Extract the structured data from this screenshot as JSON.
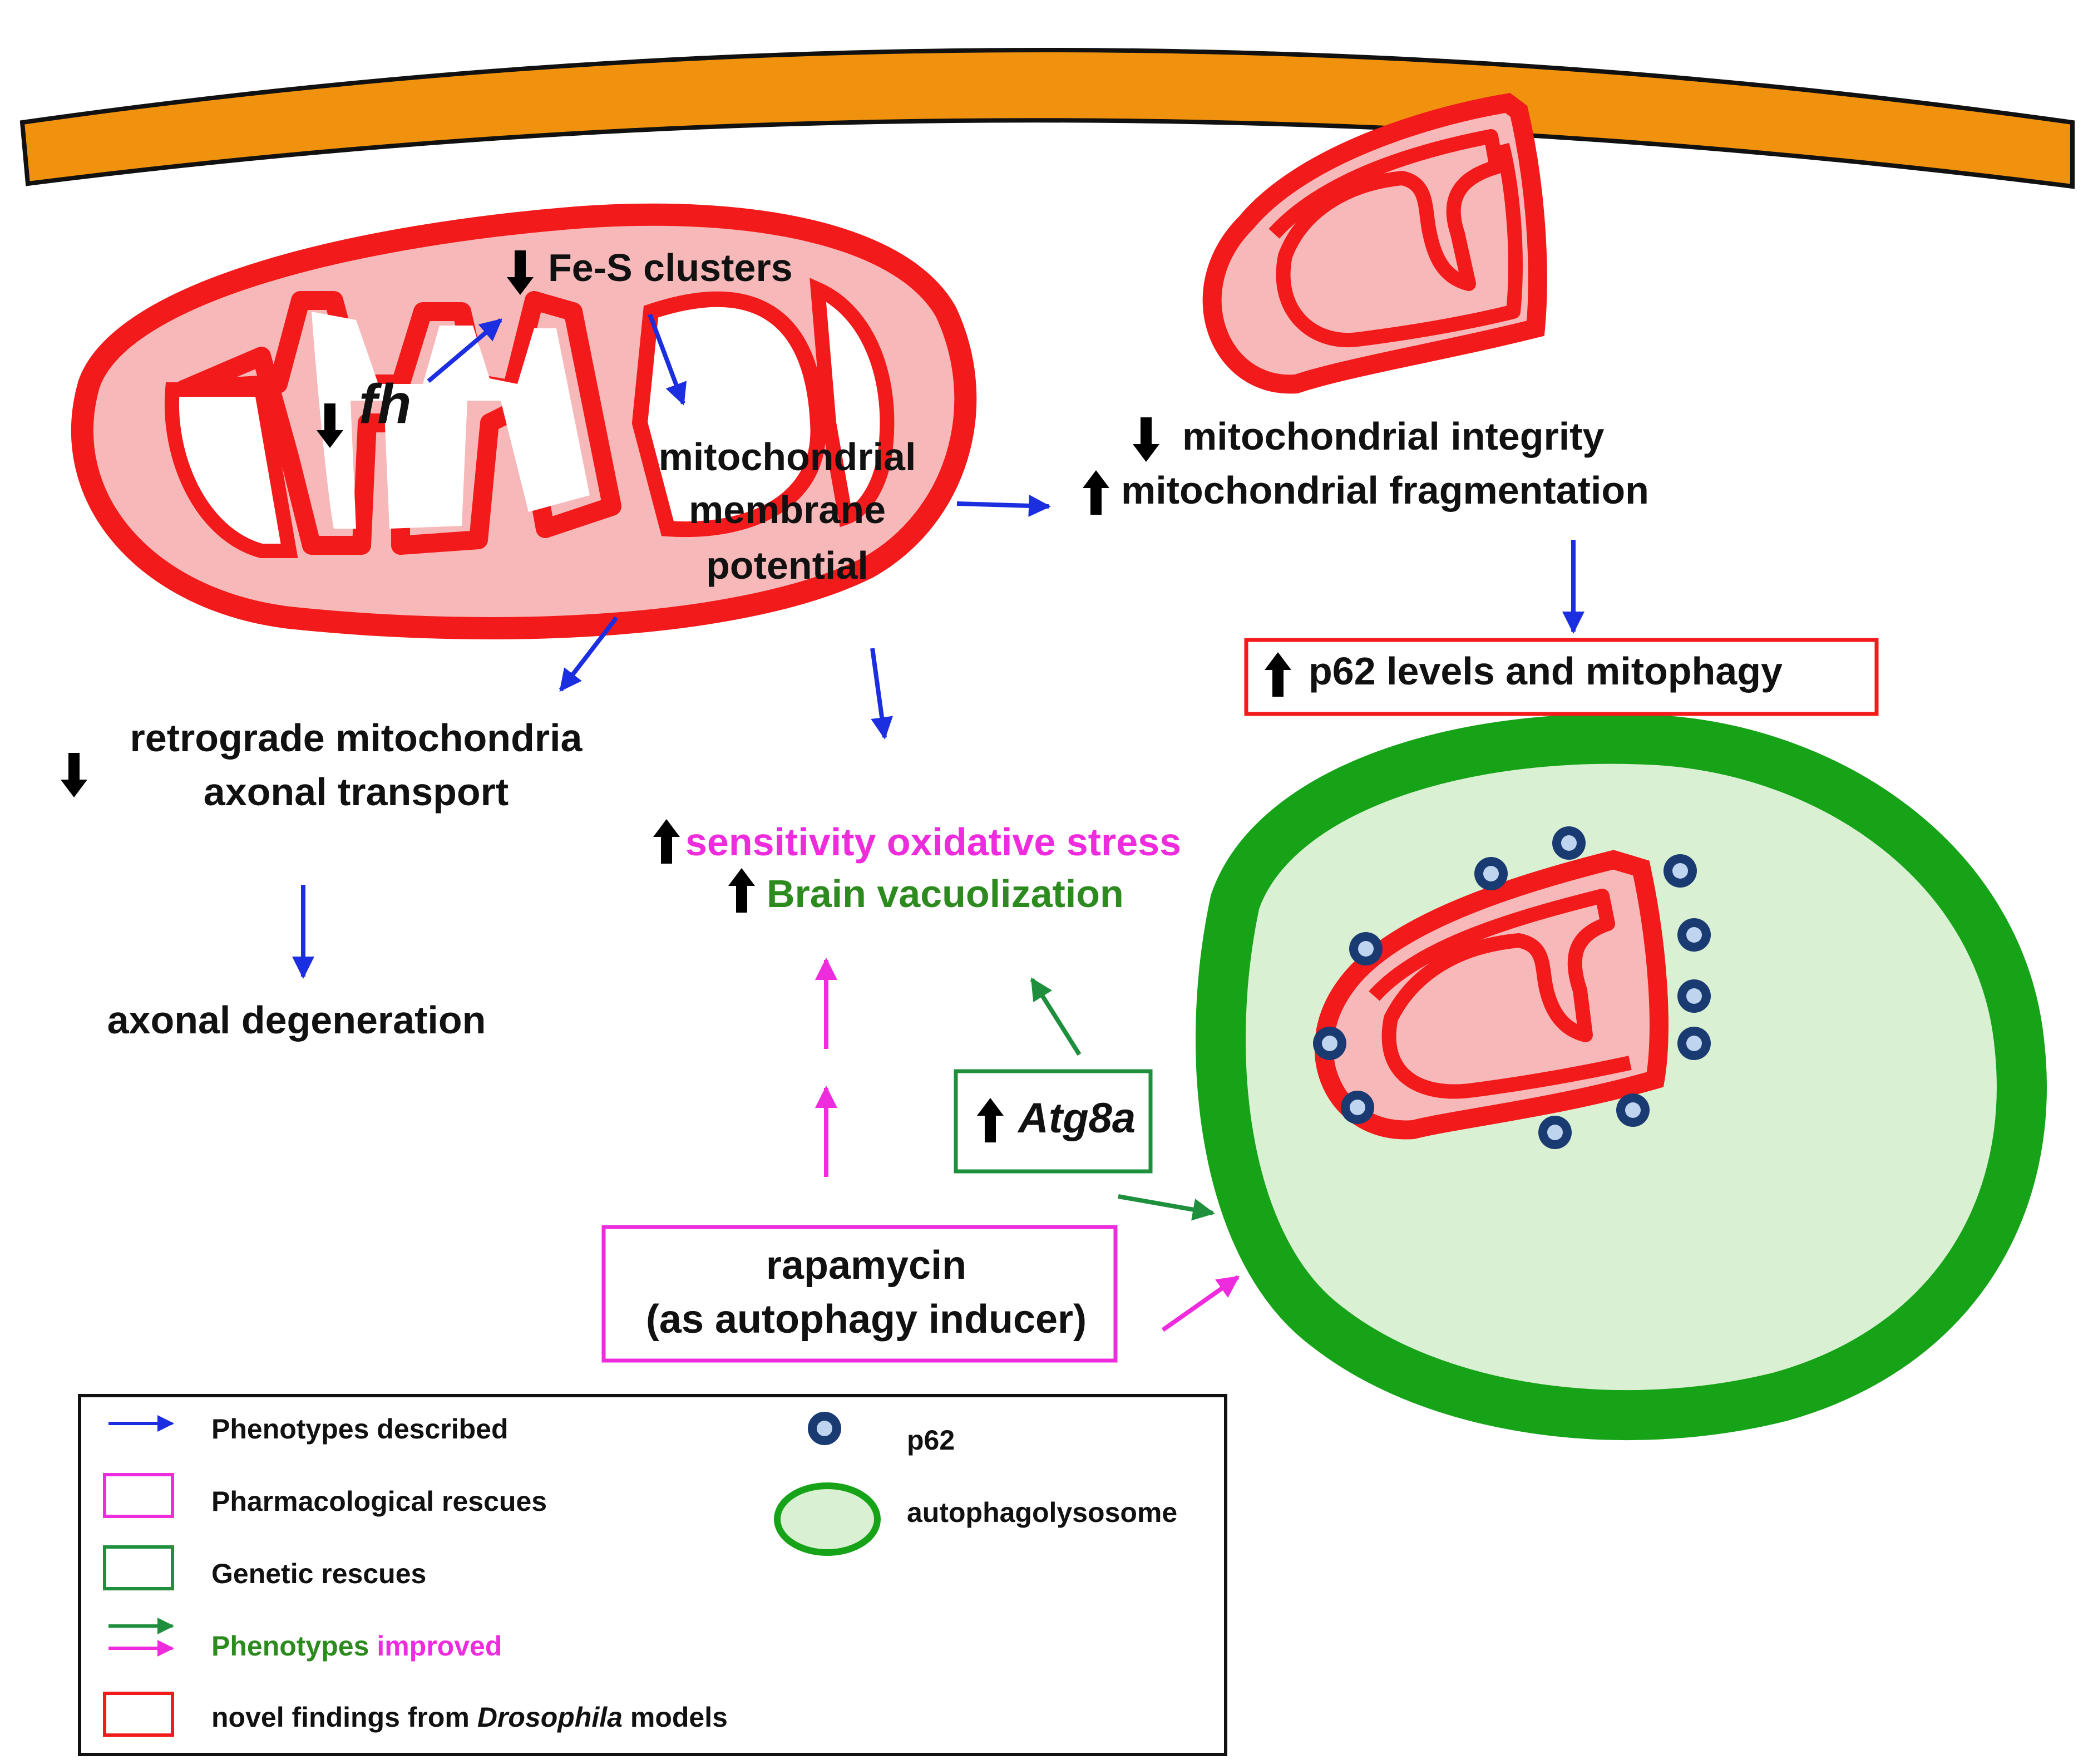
{
  "labels": {
    "fe_s": "Fe-S clusters",
    "fh": "fh",
    "mmp_line1": "mitochondrial",
    "mmp_line2": "membrane",
    "mmp_line3": "potential",
    "mito_integrity": "mitochondrial integrity",
    "mito_fragmentation": "mitochondrial fragmentation",
    "p62_mitophagy": "p62 levels and mitophagy",
    "retro_line1": "retrograde mitochondria",
    "retro_line2": "axonal transport",
    "axonal_degeneration": "axonal degeneration",
    "oxidative_stress": "sensitivity oxidative stress",
    "brain_vacuolization": "Brain vacuolization",
    "atg8a": "Atg8a",
    "rapamycin_line1": "rapamycin",
    "rapamycin_line2": "(as autophagy inducer)"
  },
  "legend": {
    "phenotypes_described": "Phenotypes described",
    "pharmacological_rescues": "Pharmacological rescues",
    "genetic_rescues": "Genetic rescues",
    "phenotypes_word": "Phenotypes",
    "improved_word": "improved",
    "novel_pre": "novel findings from",
    "novel_italic": "Drosophila",
    "novel_post": "models",
    "p62": "p62",
    "autophagolysosome": "autophagolysosome"
  },
  "colors": {
    "membrane_orange": "#F0920E",
    "mito_red": "#F21A1A",
    "mito_pink": "#F6B8B8",
    "described_blue": "#1B2EE0",
    "pharm_magenta": "#EE2BDD",
    "genetic_green": "#1E8F3C",
    "lysosome_green": "#16A318",
    "lysosome_fill": "#D9F0D3",
    "p62_navy": "#1A3A72",
    "brain_green": "#2C8A1E"
  }
}
